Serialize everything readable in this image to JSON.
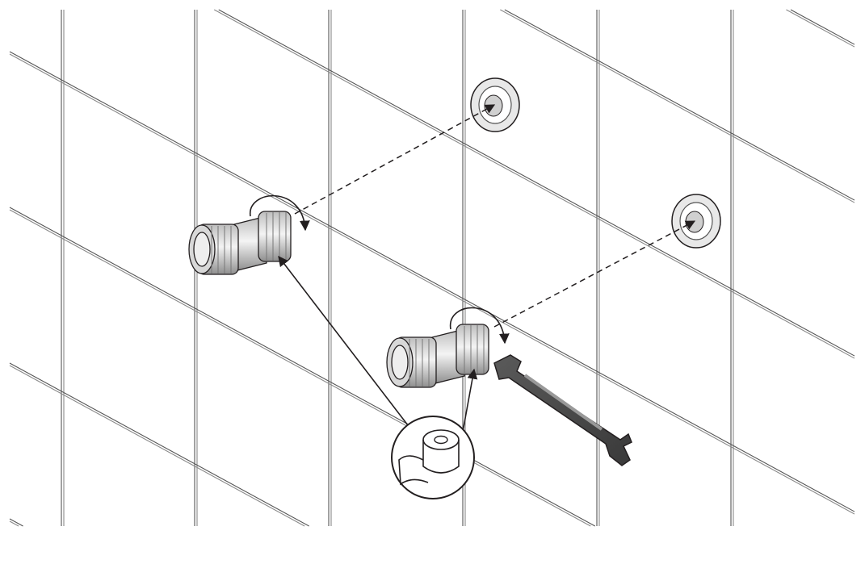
{
  "illustration": {
    "subject": "wall-fitting-installation",
    "parts": [
      "tile-wall",
      "wall-socket-left",
      "wall-socket-right",
      "threaded-fitting-left",
      "threaded-fitting-right",
      "wrench-icon",
      "sealing-tape-icon",
      "rotate-arrow-icon"
    ],
    "colors": {
      "line": "#231f20",
      "grout": "#8a8a8a",
      "metal_light": "#e6e6e6",
      "metal_mid": "#a8a8a8",
      "wrench": "#4a4a4a",
      "background": "#ffffff"
    }
  }
}
